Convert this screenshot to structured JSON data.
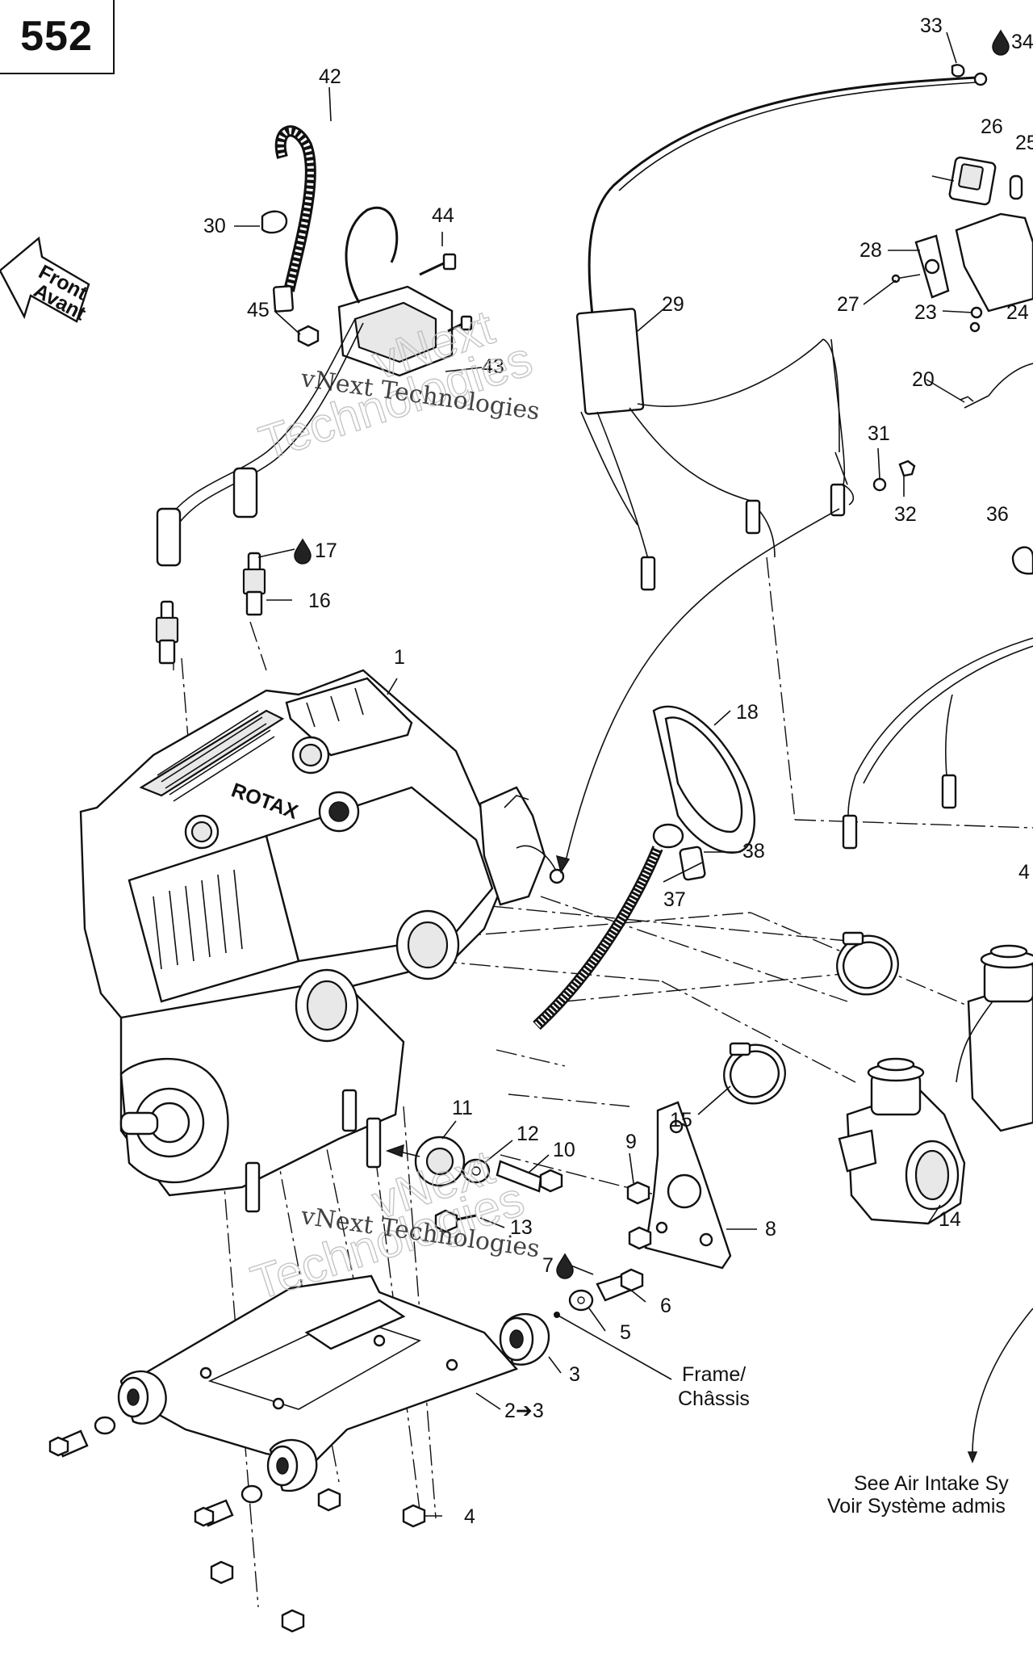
{
  "page_number": "552",
  "orientation_arrow": {
    "line1": "Front",
    "line2": "Avant"
  },
  "watermark": {
    "line1": "vNext Technologies",
    "line2": "vNext",
    "line3": "Technologies"
  },
  "frame_note": {
    "line1": "Frame/",
    "line2": "Châssis"
  },
  "see_note": {
    "line1": "See Air Intake Sy",
    "line2": "Voir Système admis"
  },
  "engine_badge": "ROTAX",
  "callouts": {
    "c1": "1",
    "c2": "2➔3",
    "c3": "3",
    "c4": "4",
    "c5": "5",
    "c6": "6",
    "c7": "7",
    "c8": "8",
    "c9": "9",
    "c10": "10",
    "c11": "11",
    "c12": "12",
    "c13": "13",
    "c14": "14",
    "c15": "15",
    "c16": "16",
    "c17": "17",
    "c18": "18",
    "c20": "20",
    "c23": "23",
    "c24": "24",
    "c25": "25",
    "c26": "26",
    "c27": "27",
    "c28": "28",
    "c29": "29",
    "c30": "30",
    "c31": "31",
    "c32": "32",
    "c33": "33",
    "c34": "34",
    "c36": "36",
    "c37": "37",
    "c38": "38",
    "c42": "42",
    "c43": "43",
    "c44": "44",
    "c45": "45",
    "c4b": "4"
  },
  "icons": {
    "drop": "liquid-drop-icon",
    "arrow": "front-direction-arrow-icon"
  },
  "colors": {
    "ink": "#111111",
    "paper": "#ffffff"
  }
}
